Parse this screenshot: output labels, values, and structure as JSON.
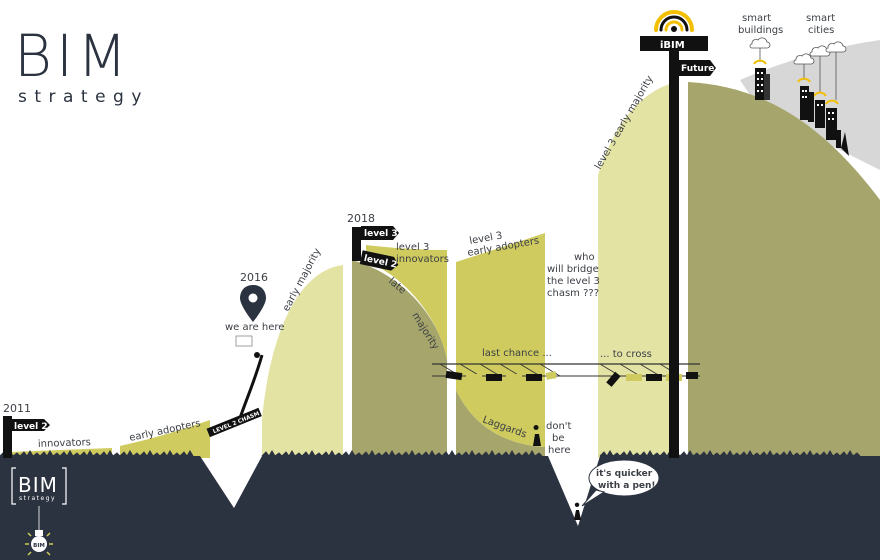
{
  "logo": {
    "title": "BIM",
    "subtitle": "strategy",
    "small_title": "BIM",
    "small_subtitle": "strategy",
    "bulb_text": "BIM"
  },
  "years": {
    "y2011": "2011",
    "y2016": "2016",
    "y2018": "2018"
  },
  "signs": {
    "level2_2011": "level 2",
    "level3_2018": "level 3",
    "level2_2018": "level 2",
    "ibim": "iBIM",
    "future": "Future",
    "chasm_plank": "LEVEL 2 CHASM"
  },
  "segments": {
    "innovators": "innovators",
    "early_adopters": "early adopters",
    "early_majority": "early majority",
    "late": "late",
    "majority": "majority",
    "laggards": "Laggards",
    "l3_innovators_1": "level 3",
    "l3_innovators_2": "innovators",
    "l3_early_adopters_1": "level 3",
    "l3_early_adopters_2": "early adopters",
    "l3_early_majority": "level 3  early  majority"
  },
  "annotations": {
    "we_are_here": "we are here",
    "who_1": "who",
    "who_2": "will bridge",
    "who_3": "the level 3",
    "who_4": "chasm  ???",
    "last_chance": "last chance ...",
    "to_cross": "... to cross",
    "dont_1": "don't",
    "dont_2": "be",
    "dont_3": "here",
    "speech_1": "it's quicker",
    "speech_2": "with a pen!",
    "smart_buildings_1": "smart",
    "smart_buildings_2": "buildings",
    "smart_cities_1": "smart",
    "smart_cities_2": "cities"
  },
  "colors": {
    "ground": "#2c3340",
    "pale": "#e3e3a3",
    "yellow": "#cfcb5e",
    "olive": "#a6a56b",
    "olive_dark": "#9d9c64",
    "sign": "#111111",
    "wifi": "#f2c000",
    "city_gray": "#d7d7d7"
  }
}
